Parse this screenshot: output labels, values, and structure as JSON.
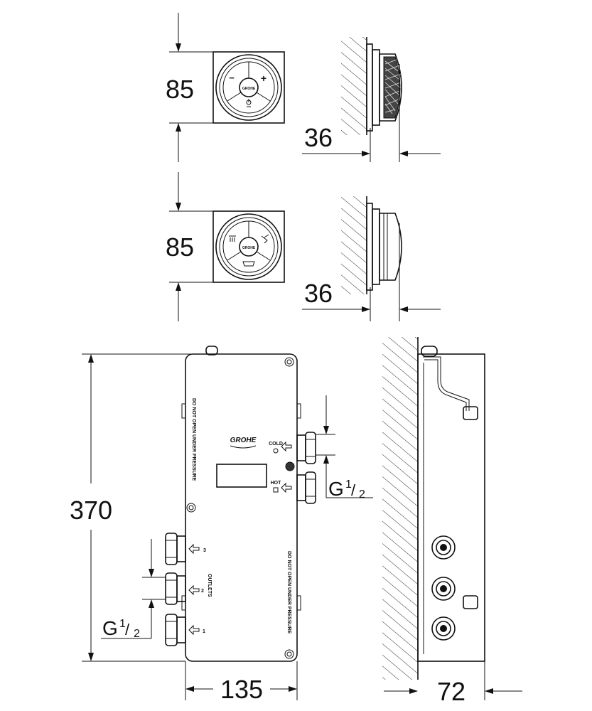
{
  "controls": {
    "top": {
      "height_label": "85",
      "depth_label": "36",
      "center_logo": "GROHE",
      "left_symbol": "−",
      "right_symbol": "+"
    },
    "middle": {
      "height_label": "85",
      "depth_label": "36",
      "center_logo": "GROHE"
    }
  },
  "box": {
    "height_label": "370",
    "width_label": "135",
    "depth_label": "72",
    "logo": "GROHE",
    "inlet_thread": {
      "main": "G",
      "num": "1",
      "den": "2"
    },
    "outlet_thread": {
      "main": "G",
      "num": "1",
      "den": "2"
    },
    "cold_label": "COLD",
    "hot_label": "HOT",
    "outlets_label": "OUTLETS",
    "outlet_numbers": [
      "3",
      "2",
      "1"
    ],
    "warning_top": "DO NOT OPEN UNDER PRESSURE",
    "warning_bottom": "DO NOT OPEN UNDER PRESSURE"
  }
}
